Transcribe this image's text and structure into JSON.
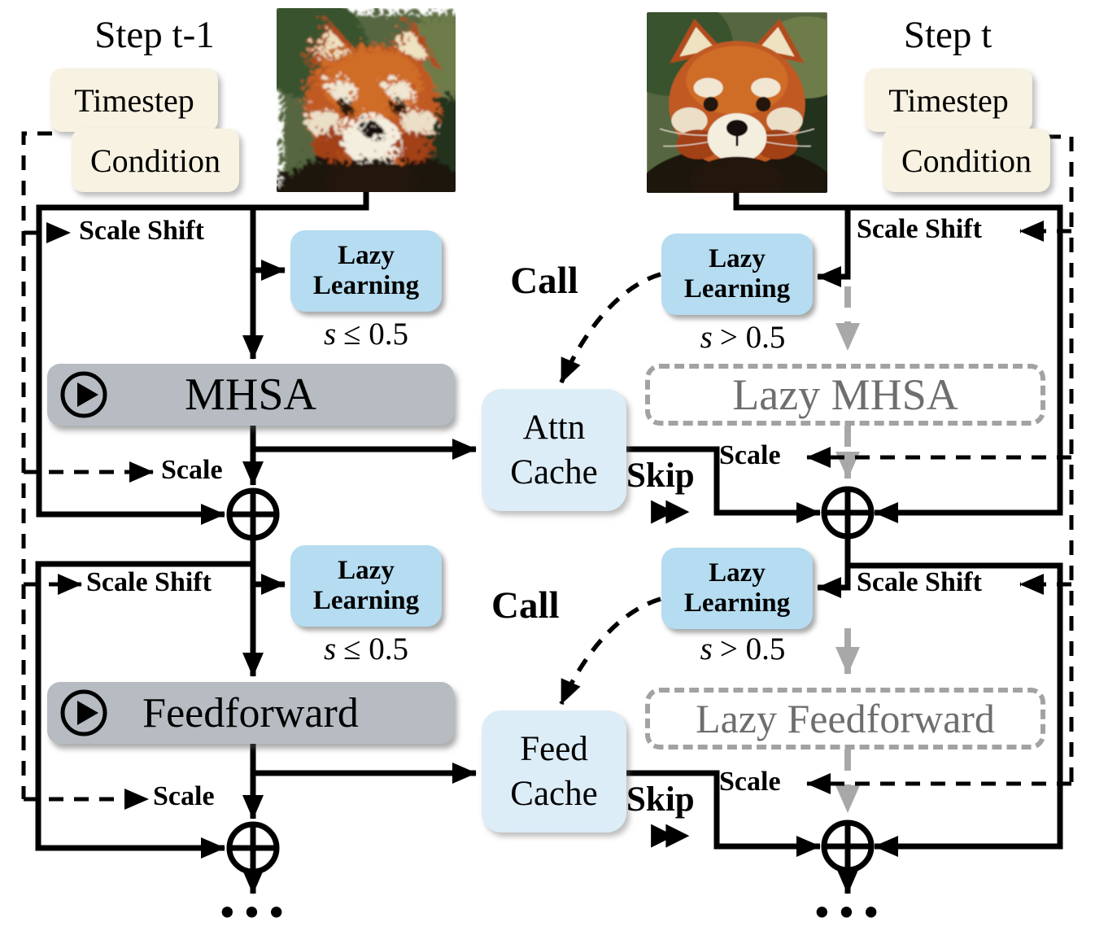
{
  "figure": {
    "left_step_label": "Step t-1",
    "right_step_label": "Step t"
  },
  "conditioning": {
    "timestep": "Timestep",
    "condition": "Condition"
  },
  "wire_labels": {
    "scale_shift": "Scale Shift",
    "scale": "Scale",
    "call": "Call",
    "skip": "Skip"
  },
  "modules": {
    "mhsa": "MHSA",
    "feedforward": "Feedforward",
    "lazy_mhsa": "Lazy MHSA",
    "lazy_feedforward": "Lazy Feedforward"
  },
  "lazy_learning": {
    "line1": "Lazy",
    "line2": "Learning"
  },
  "caches": {
    "attn": {
      "line1": "Attn",
      "line2": "Cache"
    },
    "feed": {
      "line1": "Feed",
      "line2": "Cache"
    }
  },
  "gate": {
    "variable": "s",
    "learn_condition": "≤ 0.5",
    "lazy_condition": "> 0.5"
  },
  "continuation": "•••",
  "icons": {
    "play_icon": "play-circle",
    "skip_icon": "fast-forward",
    "add_icon": "circled-plus"
  },
  "colors": {
    "lazy_learning_fill": "#b5dcf0",
    "cache_fill": "#ddedf8",
    "module_fill": "#b6bcc2",
    "cream_fill": "#f7f2e1",
    "lazy_text": "#6e6e6e",
    "lazy_border": "#a2a2a2",
    "wire_black": "#000000",
    "wire_gray": "#a8a8a8"
  }
}
